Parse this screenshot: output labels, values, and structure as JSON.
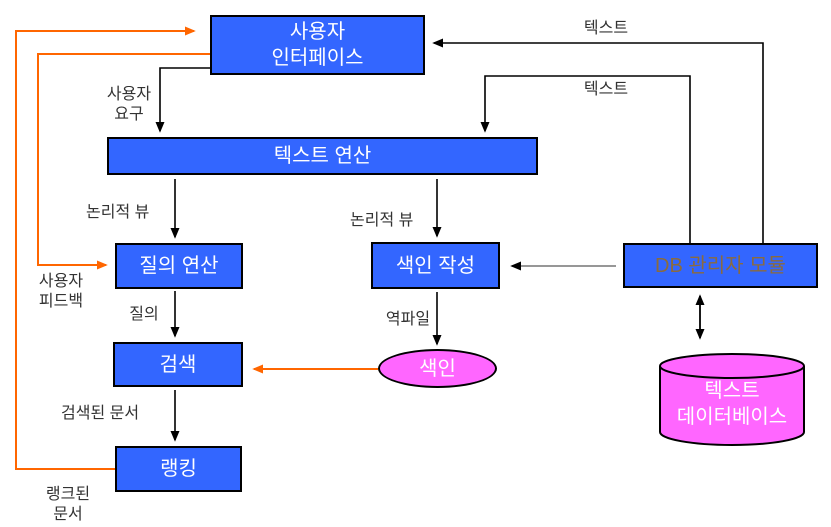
{
  "diagram": {
    "nodes": {
      "user_interface": "사용자\n인터페이스",
      "text_operations": "텍스트 연산",
      "query_operations": "질의 연산",
      "indexing": "색인 작성",
      "db_manager": "DB 관리자 모듈",
      "search": "검색",
      "index": "색인",
      "ranking": "랭킹",
      "text_database": "텍스트\n데이터베이스"
    },
    "labels": {
      "text_to_interface": "텍스트",
      "text_to_text_ops": "텍스트",
      "user_request": "사용자\n요구",
      "logical_view_left": "논리적 뷰",
      "logical_view_right": "논리적 뷰",
      "user_feedback": "사용자\n피드백",
      "query": "질의",
      "inverted_file": "역파일",
      "retrieved_documents": "검색된 문서",
      "ranked_documents": "랭크된\n문서"
    },
    "colors": {
      "node_fill": "#3366FF",
      "node_border": "#000000",
      "node_text": "#FFFFFF",
      "db_manager_text": "#8A6B3F",
      "pink_fill": "#FF66FF",
      "feedback_arrow": "#FF6600",
      "black_arrow": "#000000",
      "gray_arrow": "#888888",
      "label_text": "#333333"
    }
  }
}
